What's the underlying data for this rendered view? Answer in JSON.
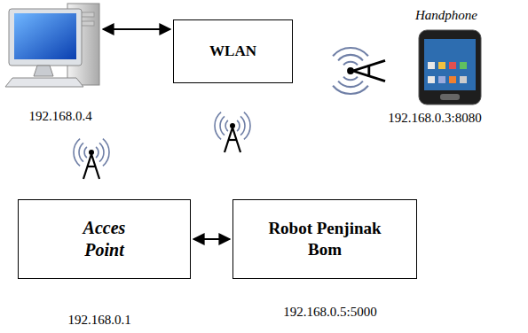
{
  "diagram": {
    "nodes": [
      {
        "text": [
          "WLAN"
        ]
      },
      {
        "text": [
          "Acces Point"
        ]
      },
      {
        "text": [
          "Robot Penjinak Bom"
        ]
      }
    ],
    "edges": [
      {
        "from": 1,
        "to": 2,
        "arrow": "both"
      }
    ],
    "labels": [
      "Handphone",
      "192.168.0.4",
      "192.168.0.3:8080",
      "192.168.0.1",
      "192.168.0.5:5000"
    ]
  }
}
